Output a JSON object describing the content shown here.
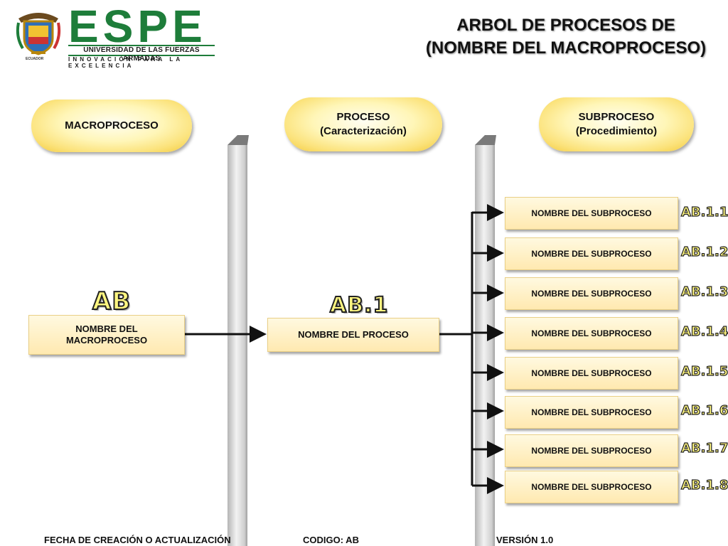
{
  "logo": {
    "wordmark": "ESPE",
    "name": "UNIVERSIDAD DE LAS FUERZAS ARMADAS",
    "motto": "INNOVACIÓN PARA LA EXCELENCIA",
    "country": "ECUADOR",
    "colors": {
      "green": "#1e7d3a",
      "gold": "#f3c93a"
    }
  },
  "title": {
    "line1": "ARBOL DE PROCESOS DE",
    "line2": "(NOMBRE DEL MACROPROCESO)"
  },
  "headers": {
    "macro": "MACROPROCESO",
    "proceso_line1": "PROCESO",
    "proceso_line2": "(Caracterización)",
    "sub_line1": "SUBPROCESO",
    "sub_line2": "(Procedimiento)"
  },
  "macro": {
    "code": "AB",
    "name_line1": "NOMBRE DEL",
    "name_line2": "MACROPROCESO"
  },
  "proceso": {
    "code": "AB.1",
    "name": "NOMBRE DEL PROCESO"
  },
  "subprocesos": [
    {
      "name": "NOMBRE DEL SUBPROCESO",
      "code": "AB.1.1"
    },
    {
      "name": "NOMBRE DEL SUBPROCESO",
      "code": "AB.1.2"
    },
    {
      "name": "NOMBRE DEL SUBPROCESO",
      "code": "AB.1.3"
    },
    {
      "name": "NOMBRE DEL SUBPROCESO",
      "code": "AB.1.4"
    },
    {
      "name": "NOMBRE DEL SUBPROCESO",
      "code": "AB.1.5"
    },
    {
      "name": "NOMBRE DEL SUBPROCESO",
      "code": "AB.1.6"
    },
    {
      "name": "NOMBRE DEL SUBPROCESO",
      "code": "AB.1.7"
    },
    {
      "name": "NOMBRE DEL SUBPROCESO",
      "code": "AB.1.8"
    }
  ],
  "footer": {
    "fecha": "FECHA DE CREACIÓN O ACTUALIZACIÓN",
    "codigo": "CODIGO: AB",
    "version": "VERSIÓN 1.0"
  }
}
